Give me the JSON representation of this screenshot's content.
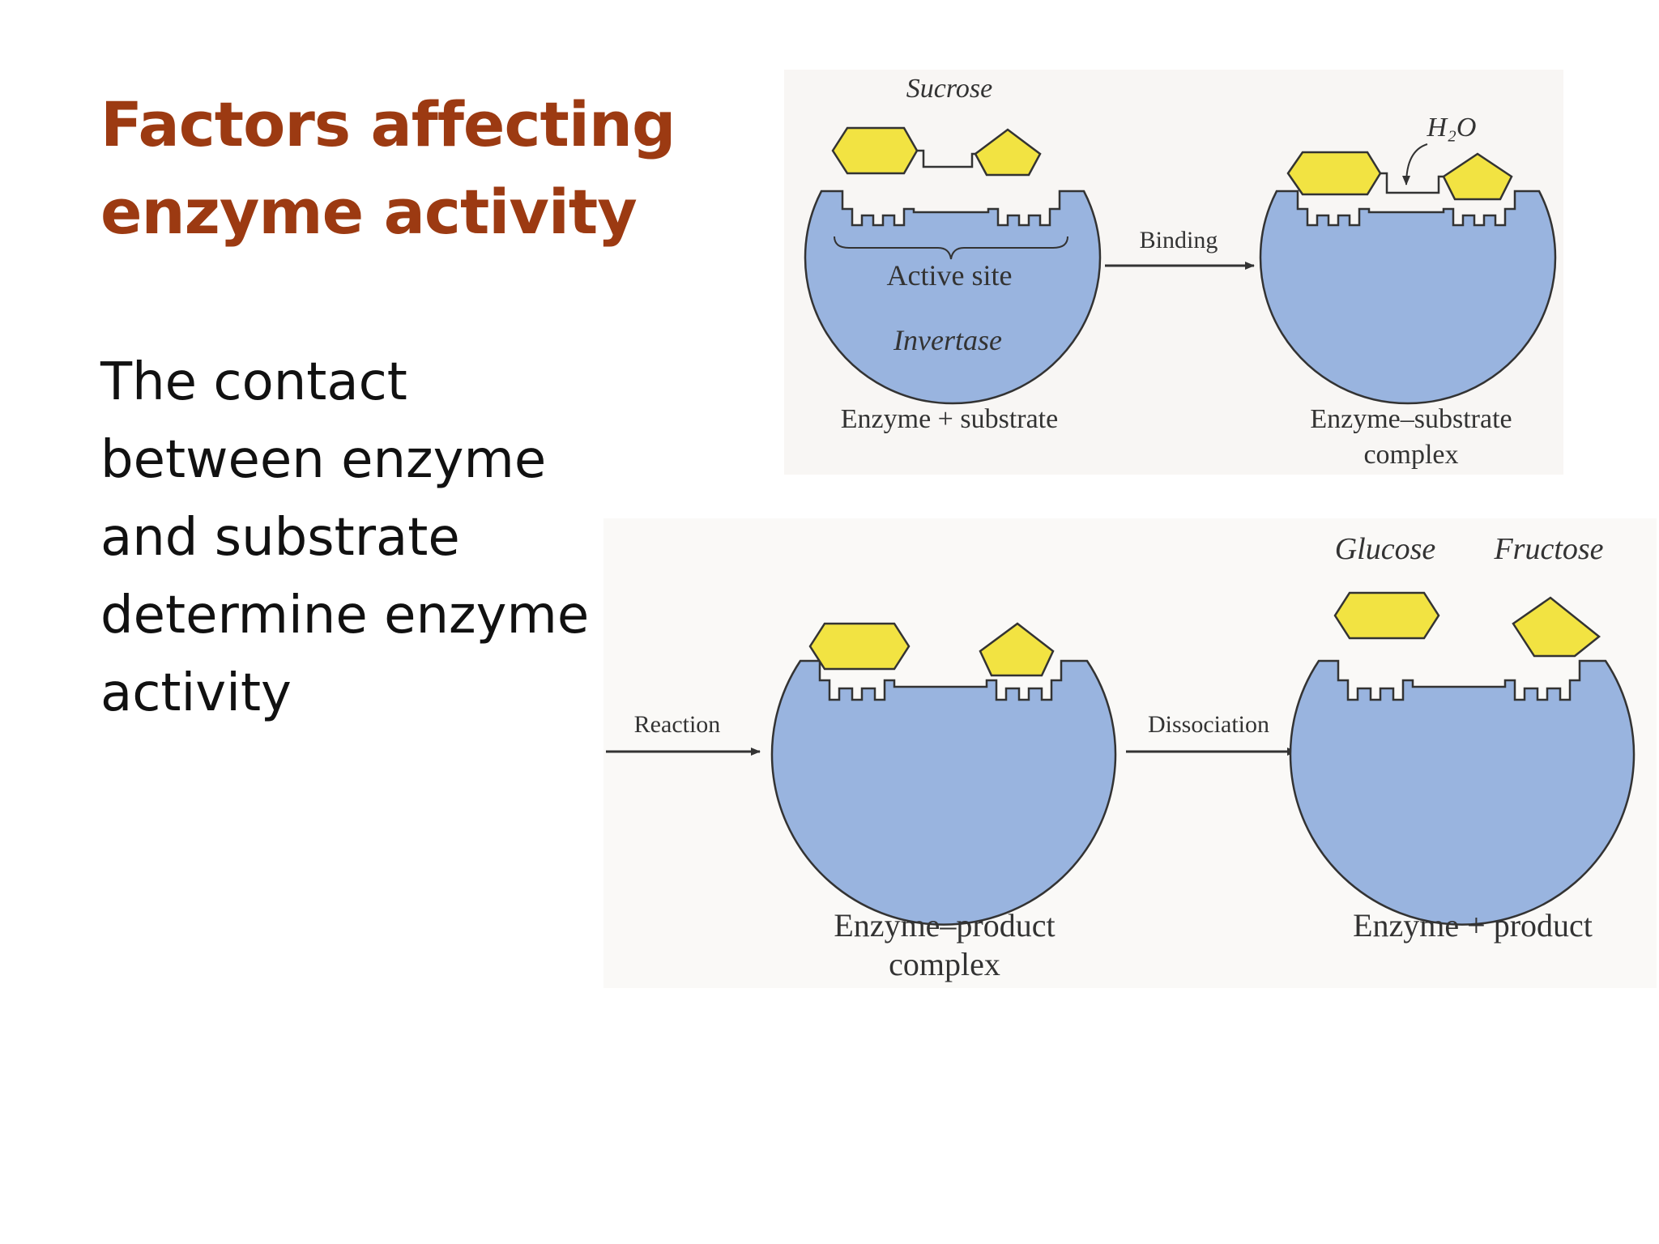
{
  "slide": {
    "title_lines": [
      "Factors affecting",
      "enzyme activity"
    ],
    "body_lines": [
      "The contact",
      "between enzyme",
      "and substrate",
      "determine enzyme",
      "activity"
    ]
  },
  "diagram": {
    "labels": {
      "sucrose": "Sucrose",
      "h2o": "H₂O",
      "active_site": "Active site",
      "invertase": "Invertase",
      "binding": "Binding",
      "enzyme_substrate": "Enzyme + substrate",
      "es_complex_1": "Enzyme–substrate",
      "es_complex_2": "complex",
      "glucose": "Glucose",
      "fructose": "Fructose",
      "reaction": "Reaction",
      "dissociation": "Dissociation",
      "ep_complex_1": "Enzyme–product",
      "ep_complex_2": "complex",
      "enzyme_product": "Enzyme + product"
    },
    "colors": {
      "enzyme_fill": "#99b4df",
      "sugar_fill": "#f2e342",
      "outline": "#333333",
      "title": "#9c3a12",
      "figure_bg": "#f8f6f4"
    }
  }
}
